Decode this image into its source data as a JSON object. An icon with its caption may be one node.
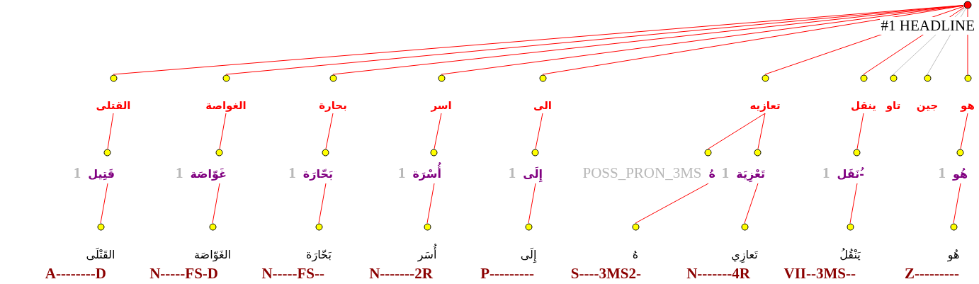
{
  "diagram": {
    "nodes": [
      {
        "text": [],
        "shape": "circle",
        "beside": [
          "#1 HEADLINE"
        ]
      },
      {
        "text": [
          "القتلى"
        ]
      },
      {
        "text": [
          "الغواصة"
        ]
      },
      {
        "text": [
          "بحارة"
        ]
      },
      {
        "text": [
          "اسر"
        ]
      },
      {
        "text": [
          "الى"
        ]
      },
      {
        "text": [
          "تعازيه"
        ]
      },
      {
        "text": [
          "ينقل"
        ]
      },
      {
        "text": [
          "تاو"
        ]
      },
      {
        "text": [
          "جين"
        ]
      },
      {
        "text": [
          "هو"
        ]
      },
      {
        "text": [
          "قَتِيل",
          "1"
        ]
      },
      {
        "text": [
          "غَوّاصَة",
          "1"
        ]
      },
      {
        "text": [
          "بَحّارَة",
          "1"
        ]
      },
      {
        "text": [
          "أُسْرَة",
          "1"
        ]
      },
      {
        "text": [
          "إِلَى",
          "1"
        ]
      },
      {
        "text": [
          "هُ",
          "POSS_PRON_3MS"
        ]
      },
      {
        "text": [
          "تَعْزِيَة",
          "1"
        ]
      },
      {
        "text": [
          "نَقَل-ُ",
          "1"
        ]
      },
      {
        "text": [
          "هُو",
          "1"
        ]
      },
      {
        "text": [
          "القَتْلَى"
        ],
        "beside": [
          "A--------D"
        ]
      },
      {
        "text": [
          "الغَوّاصَة"
        ],
        "beside": [
          "N-----FS-D"
        ]
      },
      {
        "text": [
          "بَحّارَة"
        ],
        "beside": [
          "N-----FS--"
        ]
      },
      {
        "text": [
          "أُسَر"
        ],
        "beside": [
          "N-------2R"
        ]
      },
      {
        "text": [
          "إِلَى"
        ],
        "beside": [
          "P---------"
        ]
      },
      {
        "text": [
          "هُ"
        ],
        "beside": [
          "S----3MS2-"
        ]
      },
      {
        "text": [
          "تَعازِي"
        ],
        "beside": [
          "N-------4R"
        ]
      },
      {
        "text": [
          "يَنْقُلُ"
        ],
        "beside": [
          "VII--3MS--"
        ]
      },
      {
        "text": [
          "هُو"
        ],
        "beside": [
          "Z---------"
        ]
      }
    ],
    "edges": [
      {
        "from": 0,
        "to": 1,
        "arrow": "none"
      },
      {
        "from": 0,
        "to": 2,
        "arrow": "none"
      },
      {
        "from": 0,
        "to": 3,
        "arrow": "none"
      },
      {
        "from": 0,
        "to": 4,
        "arrow": "none"
      },
      {
        "from": 0,
        "to": 5,
        "arrow": "none"
      },
      {
        "from": 0,
        "to": 6,
        "arrow": "none"
      },
      {
        "from": 0,
        "to": 7,
        "arrow": "none"
      },
      {
        "from": 0,
        "to": 8,
        "arrow": "none",
        "color": "#c0c0c0"
      },
      {
        "from": 0,
        "to": 9,
        "arrow": "none",
        "color": "#c0c0c0"
      },
      {
        "from": 0,
        "to": 10,
        "arrow": "none"
      },
      {
        "from": 1,
        "to": 11,
        "arrow": "none"
      },
      {
        "from": 2,
        "to": 12,
        "arrow": "none"
      },
      {
        "from": 3,
        "to": 13,
        "arrow": "none"
      },
      {
        "from": 4,
        "to": 14,
        "arrow": "none"
      },
      {
        "from": 5,
        "to": 15,
        "arrow": "none"
      },
      {
        "from": 6,
        "to": 16,
        "arrow": "none"
      },
      {
        "from": 6,
        "to": 17,
        "arrow": "none"
      },
      {
        "from": 7,
        "to": 18,
        "arrow": "none"
      },
      {
        "from": 10,
        "to": 19,
        "arrow": "none"
      },
      {
        "from": 11,
        "to": 20,
        "arrow": "none"
      },
      {
        "from": 12,
        "to": 21,
        "arrow": "none"
      },
      {
        "from": 13,
        "to": 22,
        "arrow": "none"
      },
      {
        "from": 14,
        "to": 23,
        "arrow": "none"
      },
      {
        "from": 15,
        "to": 24,
        "arrow": "none"
      },
      {
        "from": 16,
        "to": 25,
        "arrow": "none"
      },
      {
        "from": 17,
        "to": 26,
        "arrow": "none"
      },
      {
        "from": 18,
        "to": 27,
        "arrow": "none"
      },
      {
        "from": 19,
        "to": 28,
        "arrow": "none"
      }
    ]
  }
}
